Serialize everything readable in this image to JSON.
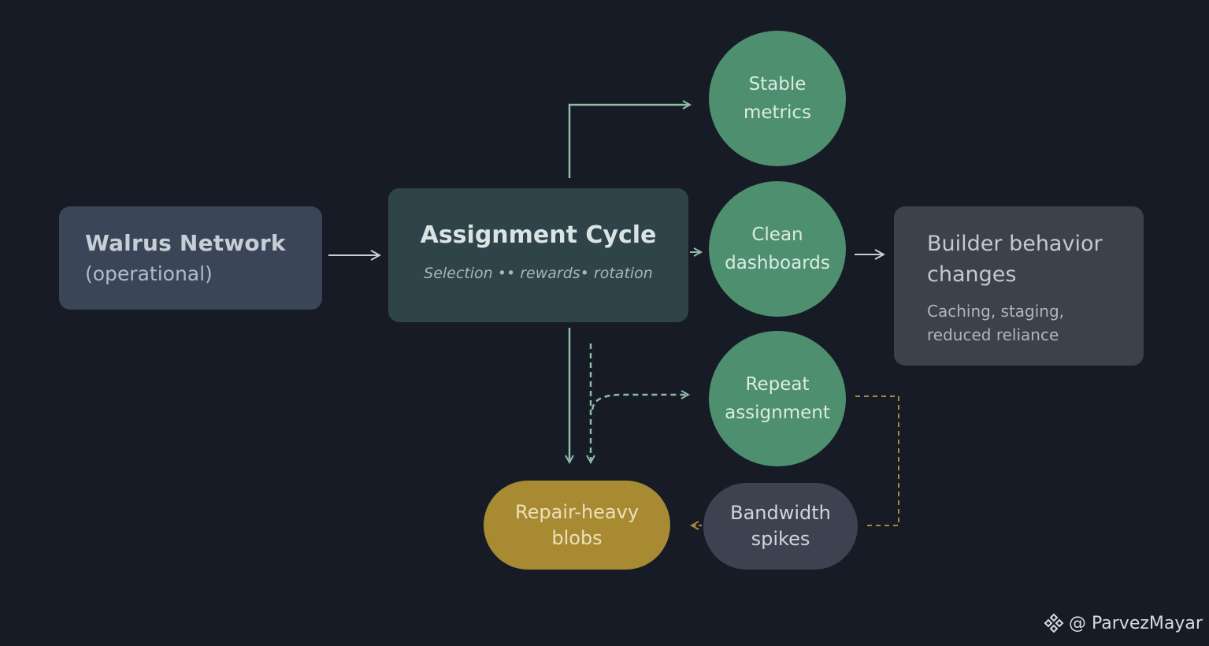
{
  "nodes": {
    "walrus": {
      "title": "Walrus Network",
      "subtitle": "(operational)"
    },
    "assignment": {
      "title": "Assignment Cycle",
      "subtitle": "Selection •• rewards• rotation"
    },
    "stable": {
      "line1": "Stable",
      "line2": "metrics"
    },
    "clean": {
      "line1": "Clean",
      "line2": "dashboards"
    },
    "repeat": {
      "line1": "Repeat",
      "line2": "assignment"
    },
    "builder": {
      "title_line1": "Builder behavior",
      "title_line2": "changes",
      "desc_line1": "Caching, staging,",
      "desc_line2": "reduced reliance"
    },
    "repair": {
      "line1": "Repair-heavy",
      "line2": "blobs"
    },
    "bandwidth": {
      "line1": "Bandwidth",
      "line2": "spikes"
    }
  },
  "watermark": {
    "text": "@ ParvezMayar",
    "icon": "binance-square-icon"
  },
  "colors": {
    "background": "#161b26",
    "arrow_green": "#8fbca6",
    "dashed_gold": "#a68a3a",
    "circle_green": "#4d8f6e",
    "repair_gold": "#a78a31"
  }
}
